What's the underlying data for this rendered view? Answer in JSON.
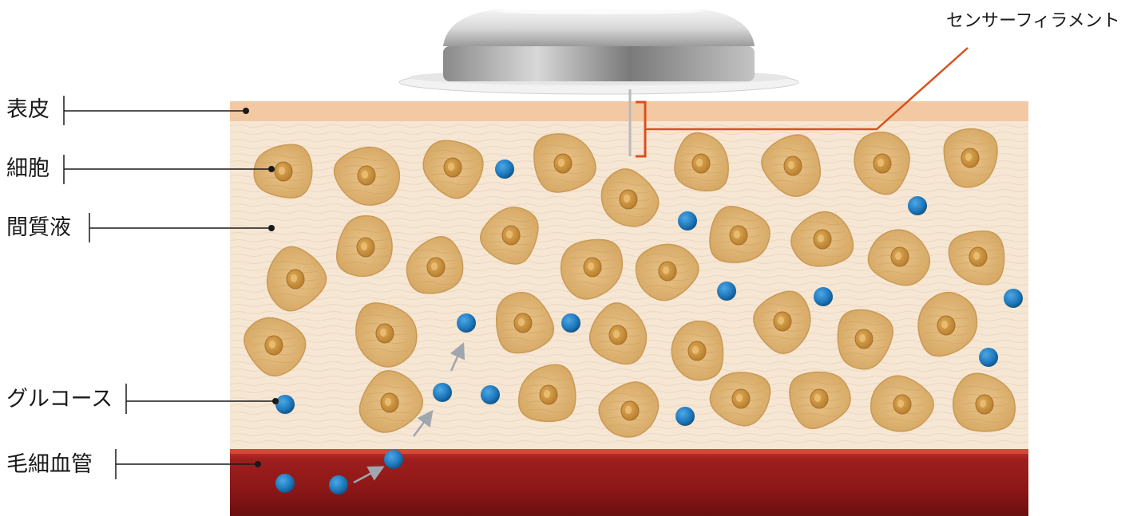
{
  "labels": {
    "epidermis": "表皮",
    "cells": "細胞",
    "interstitial_fluid": "間質液",
    "glucose": "グルコース",
    "capillary": "毛細血管",
    "sensor_filament": "センサーフィラメント"
  },
  "colors": {
    "epidermis": "#f2c9a2",
    "dermis": "#f6e6d4",
    "cell_fill": "#ddb374",
    "cell_stroke": "#c99a55",
    "nucleus": "#c9913f",
    "glucose": "#1f7bc0",
    "blood_vessel": "#9b1c1c",
    "leader_line": "#1a1a1a",
    "sensor_bracket": "#d9501e",
    "arrow": "#a0a6ad"
  }
}
